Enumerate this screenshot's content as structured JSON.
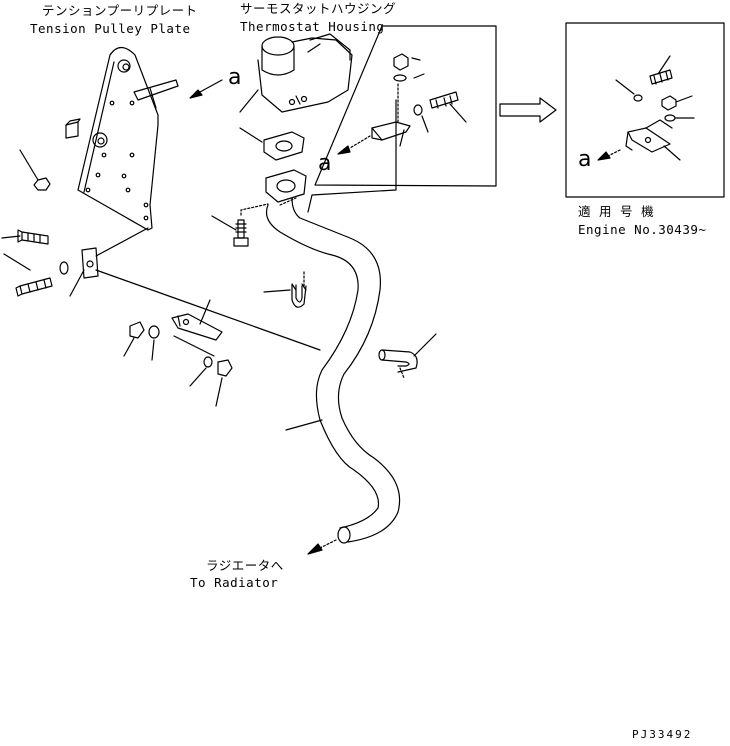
{
  "labels": {
    "tension_plate_jp": "テンションプーリプレート",
    "tension_plate_en": "Tension Pulley Plate",
    "thermostat_jp": "サーモスタットハウジング",
    "thermostat_en": "Thermostat Housing",
    "applicable_jp": "適 用 号 機",
    "applicable_en": "Engine No.30439~",
    "radiator_jp": "ラジエータへ",
    "radiator_en": "To Radiator",
    "ref_a": "a",
    "drawing_code": "PJ33492"
  }
}
